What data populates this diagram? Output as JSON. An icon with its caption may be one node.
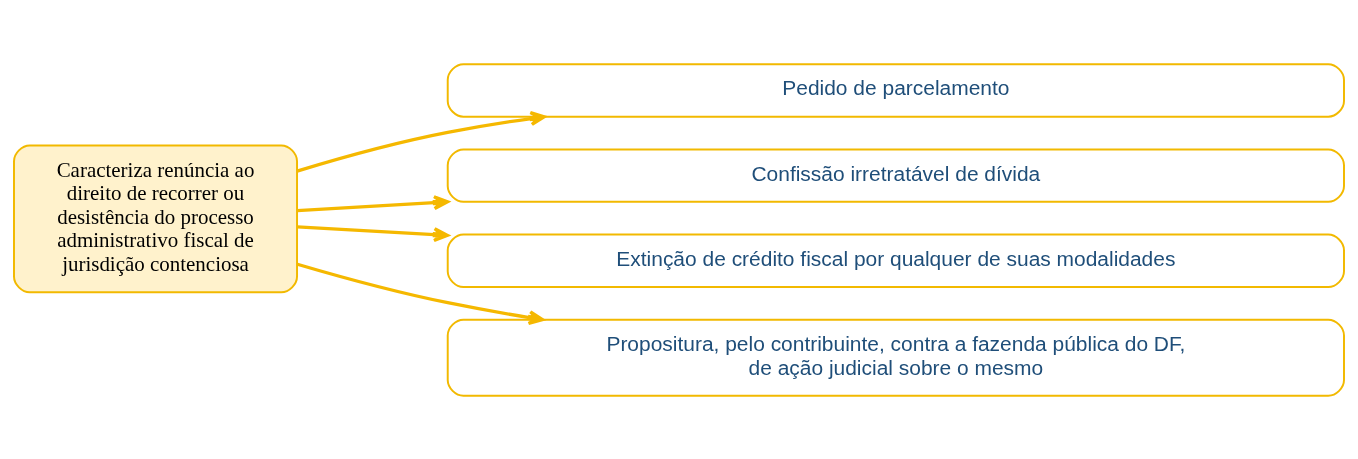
{
  "diagram": {
    "nodes": [
      {
        "text": [
          "Caracteriza renúncia ao direito de recorrer ou desistência do processo administrativo fiscal de jurisdição contenciosa"
        ]
      },
      {
        "text": [
          "Pedido de parcelamento"
        ]
      },
      {
        "text": [
          "Confissão irretratável de dívida"
        ]
      },
      {
        "text": [
          "Extinção de crédito fiscal por qualquer de suas modalidades"
        ]
      },
      {
        "text": [
          "Propositura, pelo contribuinte, contra a fazenda pública do DF, de ação judicial sobre o mesmo"
        ]
      }
    ],
    "edges": [
      {
        "from": 0,
        "to": 1,
        "arrow": "to"
      },
      {
        "from": 0,
        "to": 2,
        "arrow": "to"
      },
      {
        "from": 0,
        "to": 3,
        "arrow": "to"
      },
      {
        "from": 0,
        "to": 4,
        "arrow": "to"
      }
    ]
  }
}
